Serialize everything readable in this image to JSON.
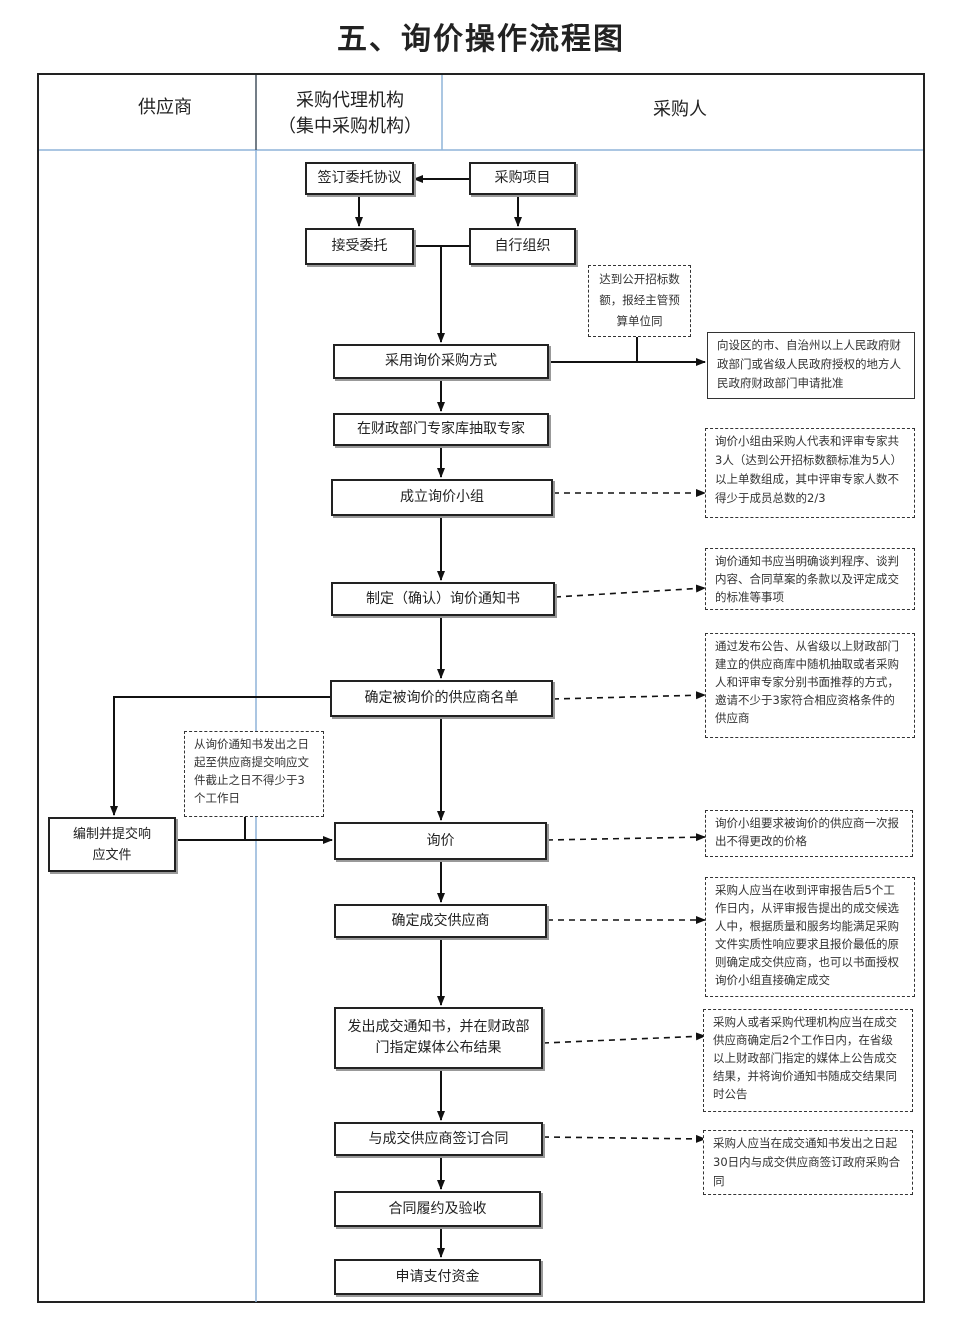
{
  "title": "五、询价操作流程图",
  "lanes": {
    "supplier": "供应商",
    "agency_line1": "采购代理机构",
    "agency_line2": "（集中采购机构）",
    "purchaser": "采购人"
  },
  "steps": {
    "sign_agreement": "签订委托协议",
    "project": "采购项目",
    "accept": "接受委托",
    "self_org": "自行组织",
    "adopt_method": "采用询价采购方式",
    "extract_experts": "在财政部门专家库抽取专家",
    "form_group": "成立询价小组",
    "draft_notice": "制定（确认）询价通知书",
    "determine_list": "确定被询价的供应商名单",
    "prepare_response": "编制并提交响应文件",
    "inquiry": "询价",
    "determine_winner": "确定成交供应商",
    "issue_notice_l1": "发出成交通知书，并在财政部",
    "issue_notice_l2": "门指定媒体公布结果",
    "sign_contract": "与成交供应商签订合同",
    "perform": "合同履约及验收",
    "apply_payment": "申请支付资金"
  },
  "notes": {
    "threshold": "达到公开招标数额，报经主管预算单位同",
    "approval": "向设区的市、自治州以上人民政府财政部门或省级人民政府授权的地方人民政府财政部门申请批准",
    "group": "询价小组由采购人代表和评审专家共3人（达到公开招标数额标准为5人）以上单数组成，其中评审专家人数不得少于成员总数的2/3",
    "notice": "询价通知书应当明确谈判程序、谈判内容、合同草案的条款以及评定成交的标准等事项",
    "list": "通过发布公告、从省级以上财政部门建立的供应商库中随机抽取或者采购人和评审专家分别书面推荐的方式，邀请不少于3家符合相应资格条件的供应商",
    "deadline": "从询价通知书发出之日起至供应商提交响应文件截止之日不得少于3个工作日",
    "quote": "询价小组要求被询价的供应商一次报出不得更改的价格",
    "winner": "采购人应当在收到评审报告后5个工作日内，从评审报告提出的成交候选人中，根据质量和服务均能满足采购文件实质性响应要求且报价最低的原则确定成交供应商，也可以书面授权询价小组直接确定成交",
    "publish": "采购人或者采购代理机构应当在成交供应商确定后2个工作日内，在省级以上财政部门指定的媒体上公告成交结果，并将询价通知书随成交结果同时公告",
    "contract": "采购人应当在成交通知书发出之日起30日内与成交供应商签订政府采购合同"
  }
}
